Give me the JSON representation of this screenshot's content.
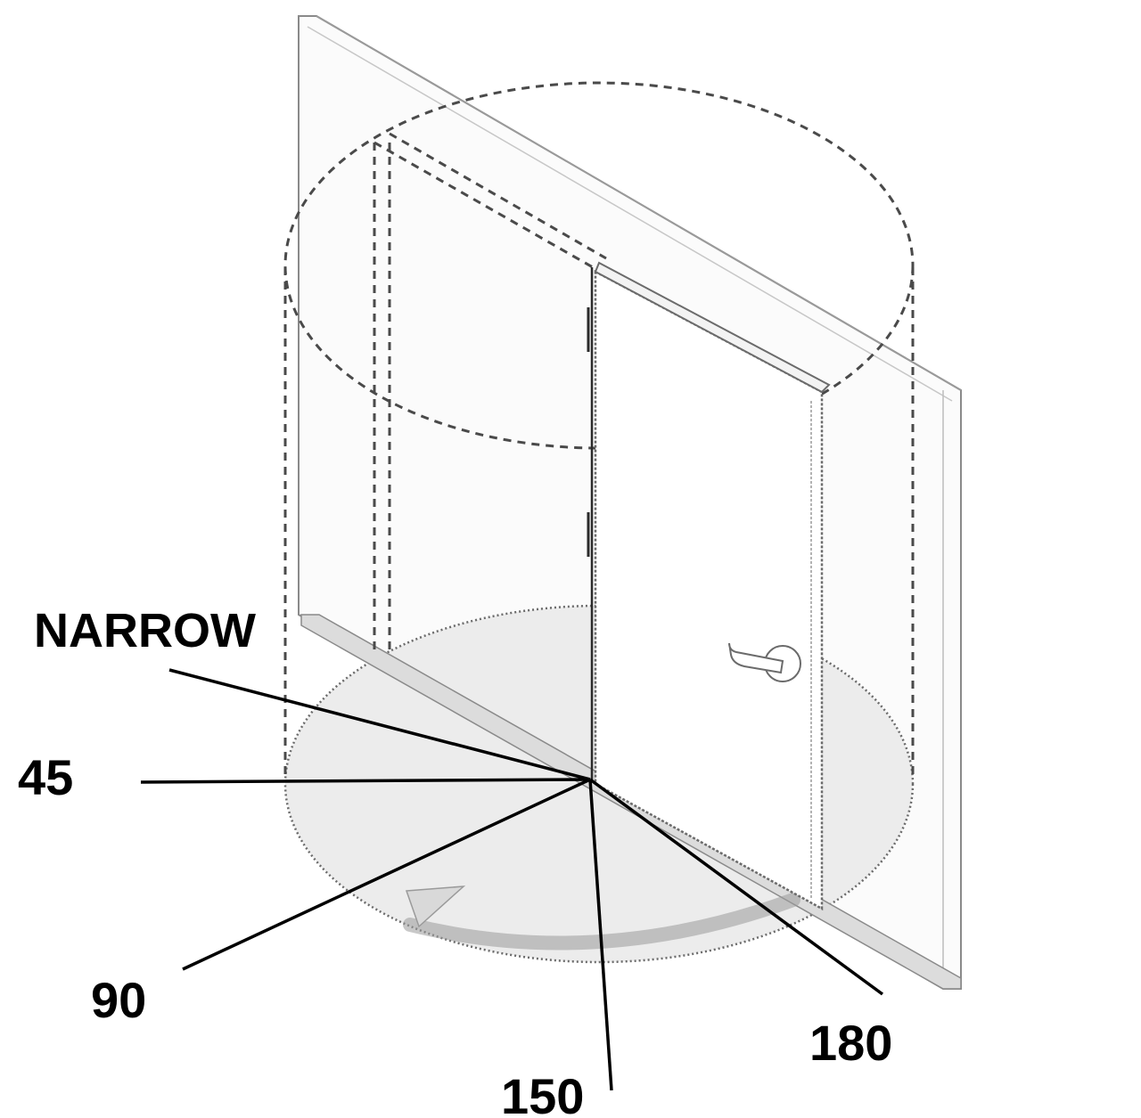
{
  "labels": {
    "narrow": "NARROW",
    "deg45": "45",
    "deg90": "90",
    "deg150": "150",
    "deg180": "180"
  },
  "colors": {
    "outline": "#6b6b6b",
    "dashed": "#4a4a4a",
    "pointer": "#000000",
    "base_fill": "#ececec",
    "wall_fill": "#fbfbfb"
  }
}
